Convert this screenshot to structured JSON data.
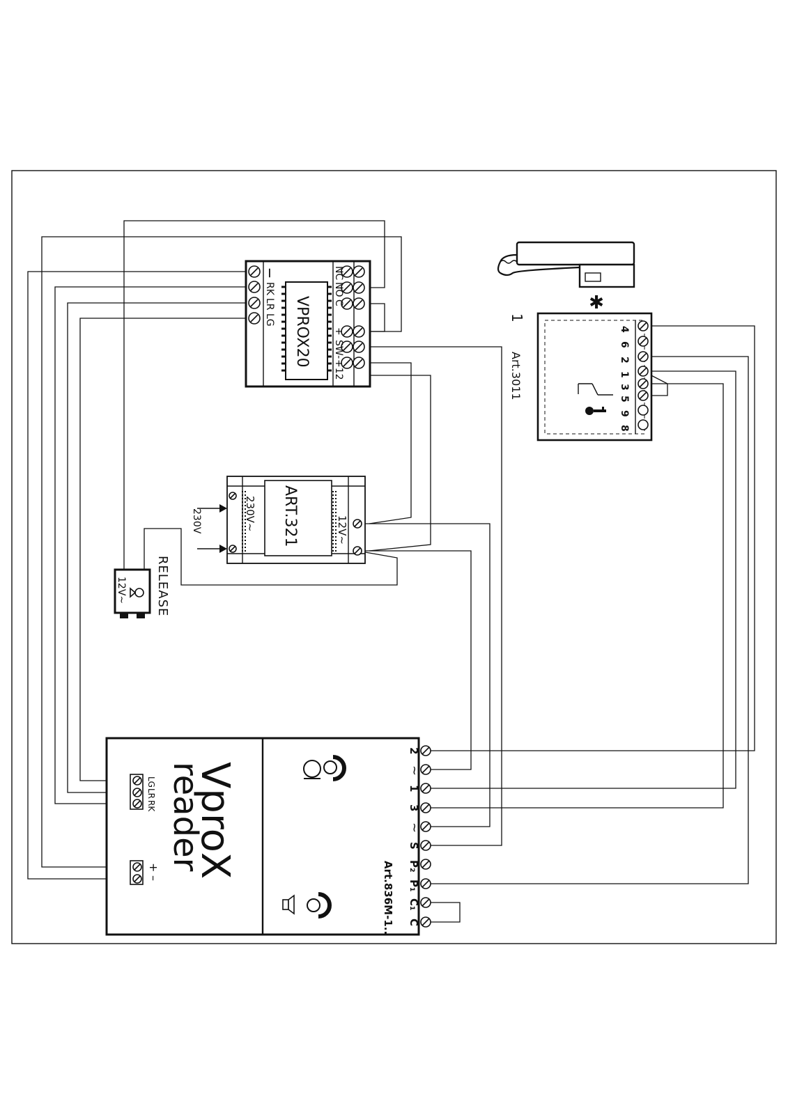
{
  "vprox20": {
    "name": "VPROX20",
    "left_labels": [
      "—",
      "RK",
      "LR",
      "LG"
    ],
    "right_labels": [
      "NC",
      "NO",
      "C",
      "+",
      "SW-",
      "+12"
    ]
  },
  "art321": {
    "name": "ART.321",
    "in_label": "230V~",
    "out_label": "12V~",
    "mains_label": "230V"
  },
  "release": {
    "label": "RELEASE",
    "voltage": "12V~"
  },
  "handset": {
    "number": "1",
    "article": "Art.3011",
    "terminals": [
      "4",
      "6",
      "2",
      "1",
      "3",
      "5",
      "9",
      "8"
    ],
    "star": "✱"
  },
  "reader": {
    "brand": "VproX",
    "subtitle": "reader",
    "bus_labels": [
      "LG",
      "LR",
      "RK"
    ],
    "power_labels": [
      "+",
      "–"
    ]
  },
  "panel": {
    "article": "Art.836M-1..",
    "terminals": [
      "2",
      "~",
      "1",
      "3",
      "~",
      "S",
      "P₂",
      "P₁",
      "C₁",
      "C"
    ]
  }
}
